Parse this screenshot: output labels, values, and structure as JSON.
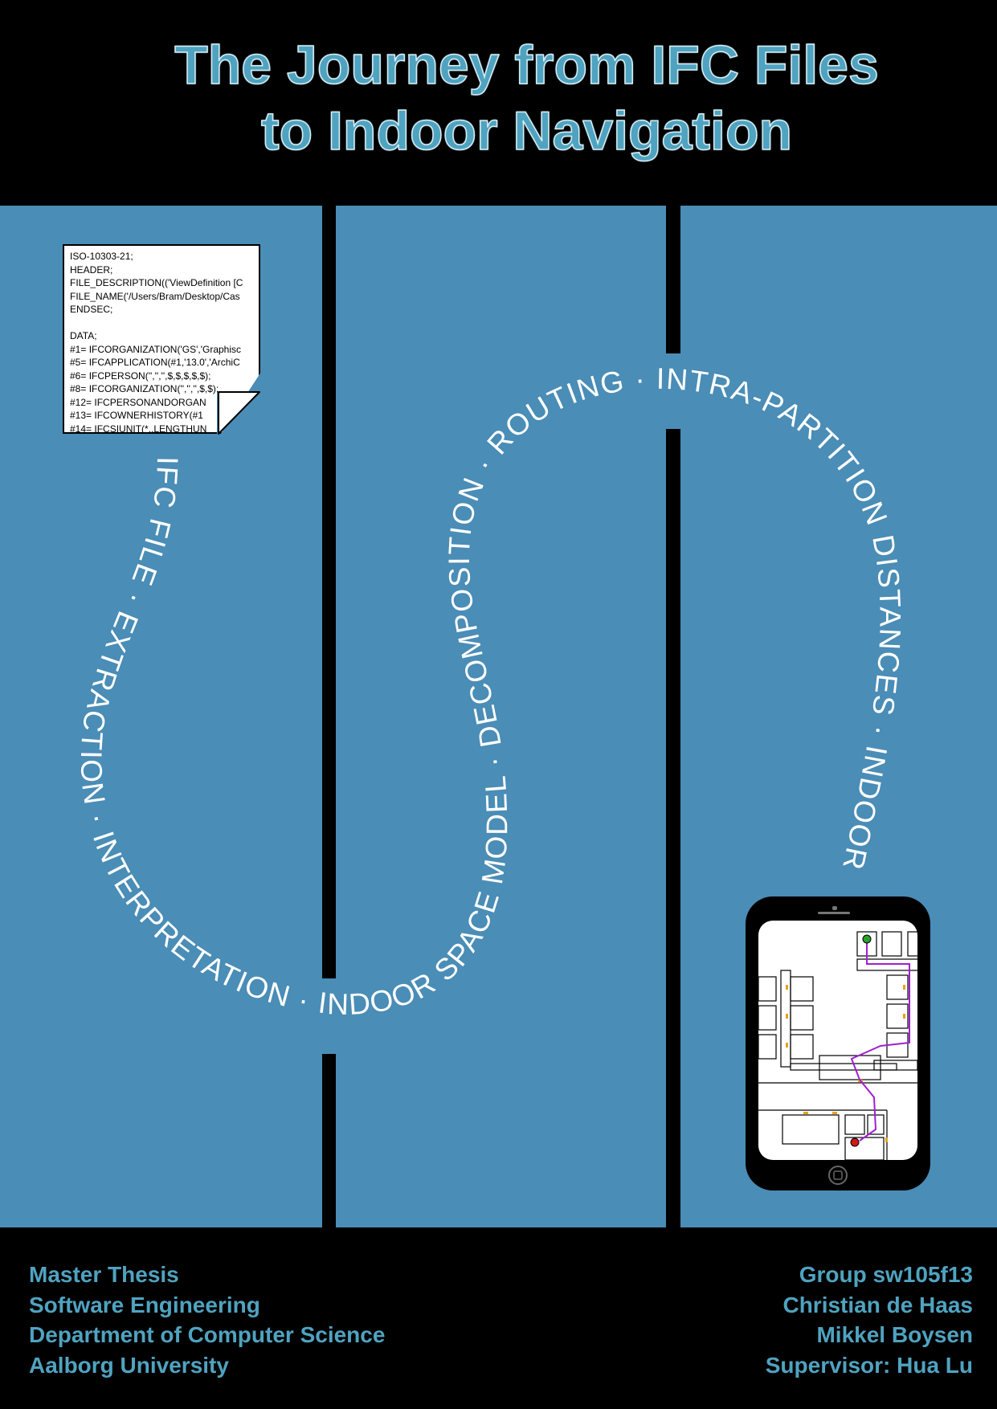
{
  "title": {
    "line1": "The Journey from IFC Files",
    "line2": "to Indoor Navigation"
  },
  "ifc_file": {
    "lines": [
      "ISO-10303-21;",
      "HEADER;",
      "FILE_DESCRIPTION(('ViewDefinition [C",
      "FILE_NAME('/Users/Bram/Desktop/Cas",
      "ENDSEC;",
      "",
      "DATA;",
      "#1= IFCORGANIZATION('GS','Graphisc",
      "#5= IFCAPPLICATION(#1,'13.0','ArchiC",
      "#6= IFCPERSON('','','',$,$,$,$,$);",
      "#8= IFCORGANIZATION('','','',$,$);",
      "#12= IFCPERSONANDORGAN",
      "#13= IFCOWNERHISTORY(#1",
      "#14= IFCSIUNIT(*,.LENGTHUN"
    ]
  },
  "journey_text": "IFC FILE · EXTRACTION · INTERPRETATION · INDOOR SPACE MODEL · DECOMPOSITION · ROUTING · INTRA-PARTITION DISTANCES · INDOOR NAVIGATION",
  "device_icon": "tablet-floorplan-icon",
  "colors": {
    "background": "#000000",
    "panel": "#4a8db6",
    "accent_text": "#4fa3c0",
    "route": "#a020d0",
    "start_dot": "#2aa02a",
    "end_dot": "#d01818"
  },
  "footer": {
    "left": [
      "Master Thesis",
      "Software Engineering",
      "Department of Computer Science",
      "Aalborg University"
    ],
    "right": [
      "Group sw105f13",
      "Christian de Haas",
      "Mikkel Boysen",
      "Supervisor: Hua Lu"
    ]
  }
}
